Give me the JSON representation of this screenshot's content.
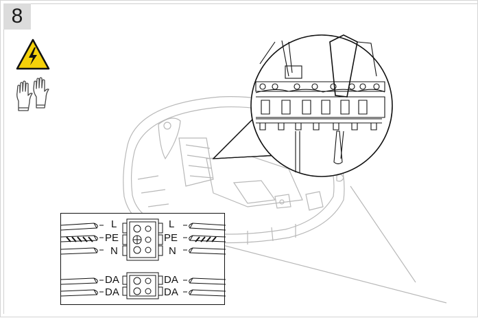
{
  "step": {
    "number": "8"
  },
  "icons": {
    "warning": "electric-hazard-warning-icon",
    "gloves": "protective-gloves-icon"
  },
  "colors": {
    "warning_yellow": "#f5d10a",
    "line": "#222222",
    "badge_bg": "#dcdcdc"
  },
  "wiring": {
    "left": {
      "l": "L",
      "pe": "PE",
      "n": "N",
      "da1": "DA",
      "da2": "DA"
    },
    "right": {
      "l": "L",
      "pe": "PE",
      "n": "N",
      "da1": "DA",
      "da2": "DA"
    }
  }
}
